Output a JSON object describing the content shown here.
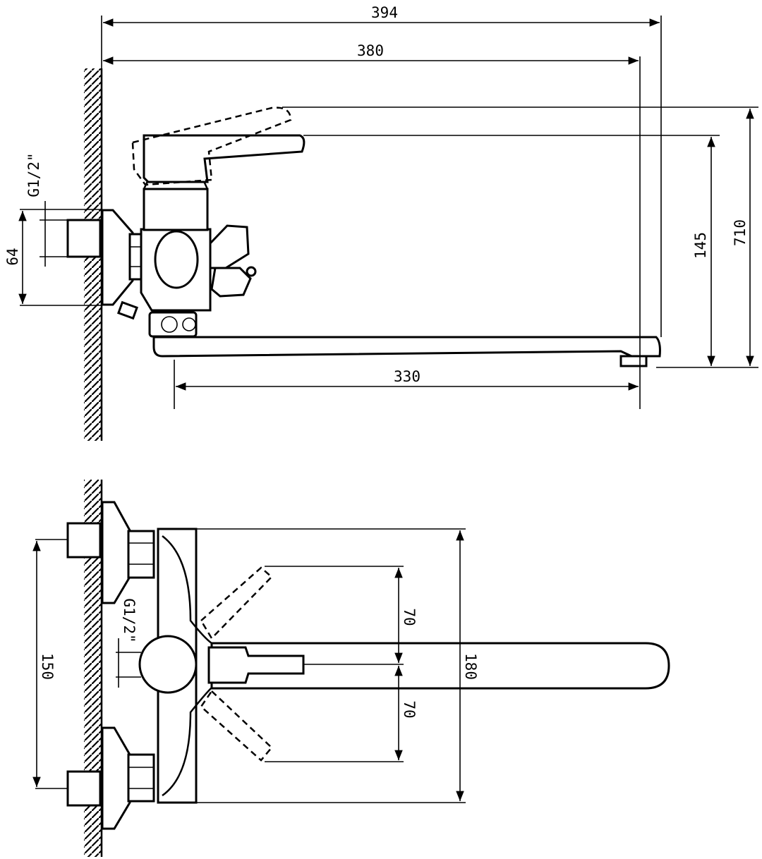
{
  "dimensions": {
    "overall_length": "394",
    "spout_reach": "380",
    "spout_length": "330",
    "height_top": "710",
    "height_lever": "145",
    "eccentric_offset": "64",
    "thread_side": "G1/2\"",
    "thread_top": "G1/2\"",
    "inlet_spacing": "150",
    "body_width": "180",
    "lever_swing_up": "70",
    "lever_swing_down": "70"
  }
}
